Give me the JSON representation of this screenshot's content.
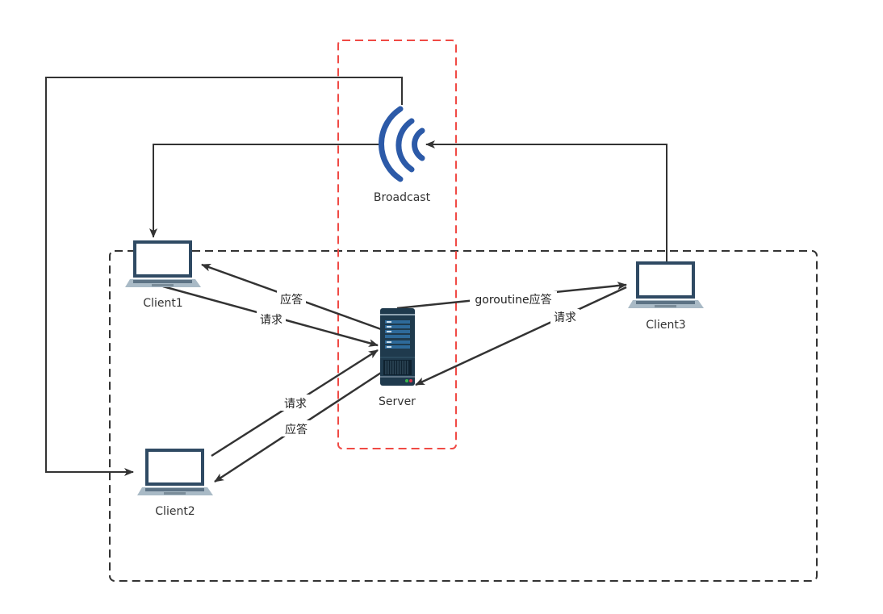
{
  "diagram": {
    "nodes": {
      "broadcast": {
        "label": "Broadcast",
        "icon": "wifi-broadcast-icon"
      },
      "server": {
        "label": "Server",
        "icon": "server-icon"
      },
      "client1": {
        "label": "Client1",
        "icon": "laptop-icon"
      },
      "client2": {
        "label": "Client2",
        "icon": "laptop-icon"
      },
      "client3": {
        "label": "Client3",
        "icon": "laptop-icon"
      }
    },
    "edges": {
      "c1_request": "请求",
      "c1_response": "应答",
      "c2_request": "请求",
      "c2_response": "应答",
      "c3_request": "请求",
      "c3_goroutine_response": "goroutine应答"
    },
    "colors": {
      "line": "#333333",
      "red_dashed_group": "#f04a45",
      "black_dashed_group": "#333333",
      "broadcast_blue": "#2c5aa8",
      "laptop_frame": "#2f4a63",
      "laptop_base": "#a9bac6",
      "server_body": "#1f3a4d"
    }
  }
}
